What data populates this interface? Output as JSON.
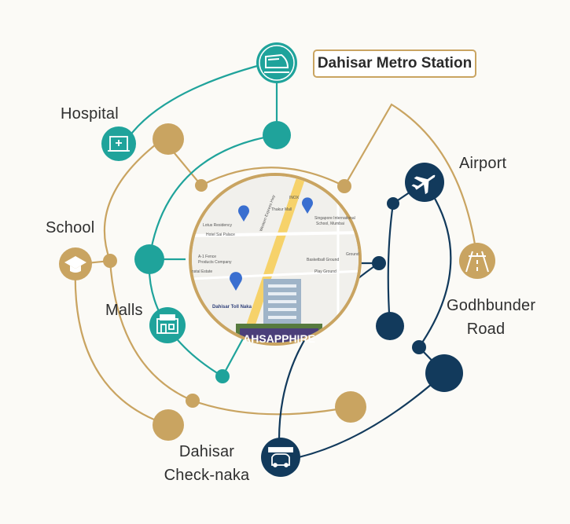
{
  "colors": {
    "gold": "#c9a461",
    "teal": "#1fa39b",
    "navy": "#123a5c",
    "background": "#fbfaf6"
  },
  "labels": {
    "metro": "Dahisar Metro Station",
    "hospital": "Hospital",
    "school": "School",
    "malls": "Malls",
    "airport": "Airport",
    "godhbunder_1": "Godhbunder",
    "godhbunder_2": "Road",
    "checknaka_1": "Dahisar",
    "checknaka_2": "Check-naka"
  },
  "map": {
    "places": {
      "lotus": "Lotus Residency",
      "hotel": "Hotel Sai Palace",
      "af": "A-1 Fence",
      "af2": "Products Company",
      "estate": "nstal Estate",
      "inox": "INOX",
      "thakur": "Thakur Mall",
      "singapore": "Singapore International",
      "singapore2": "School, Mumbai",
      "ground": "Ground",
      "basket": "Basketball Ground",
      "play": "Play Ground",
      "hwy": "Western Express Hwy",
      "toll": "Dahisar Toll Naka"
    },
    "brand": "AHSAPPHIRE"
  },
  "icons": {
    "metro": "metro-train-icon",
    "hospital": "hospital-icon",
    "school": "graduation-cap-icon",
    "malls": "mall-icon",
    "airport": "airplane-icon",
    "road": "road-icon",
    "checknaka": "toll-gate-icon"
  }
}
